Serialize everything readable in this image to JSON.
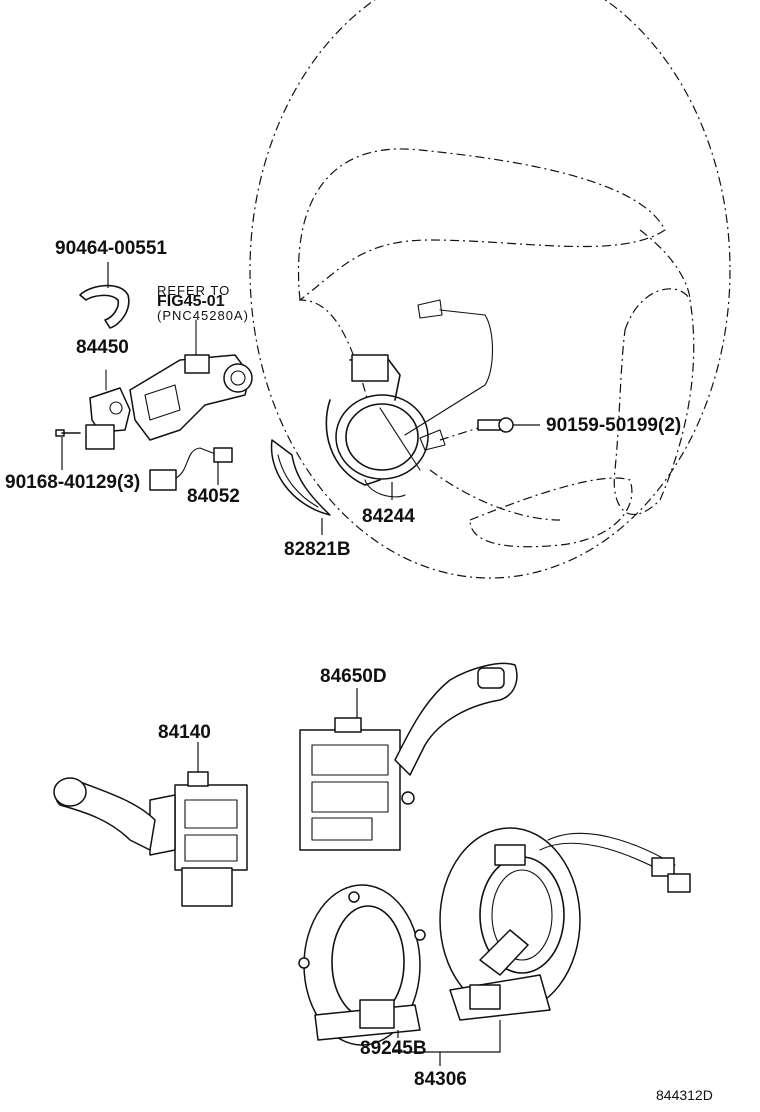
{
  "labels": {
    "p_90464_00551": "90464-00551",
    "p_84450": "84450",
    "refer_line1": "REFER TO",
    "refer_line2": "FIG45-01",
    "refer_line3": "(PNC45280A)",
    "p_90168_40129": "90168-40129(3)",
    "p_84052": "84052",
    "p_82821B": "82821B",
    "p_84244": "84244",
    "p_90159_50199": "90159-50199(2)",
    "p_84650D": "84650D",
    "p_84140": "84140",
    "p_89245B": "89245B",
    "p_84306": "84306",
    "diagram_id": "844312D"
  }
}
